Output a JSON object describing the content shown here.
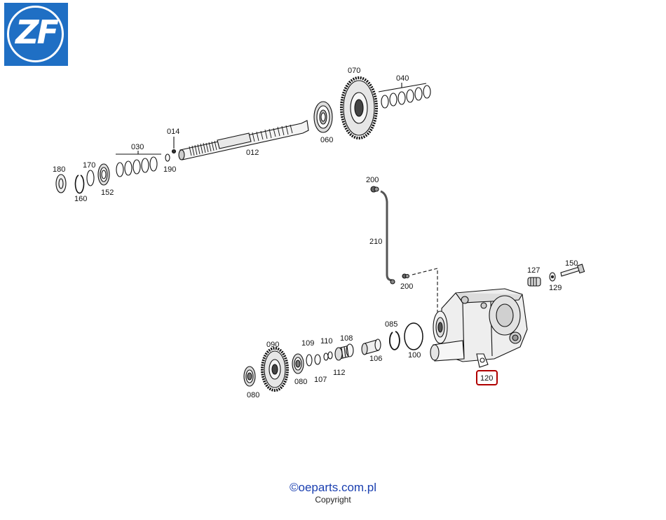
{
  "logo": {
    "text": "ZF",
    "brand_color": "#1f6fc4"
  },
  "labels": {
    "p180": "180",
    "p160": "160",
    "p170": "170",
    "p152": "152",
    "p030": "030",
    "p190": "190",
    "p014": "014",
    "p012": "012",
    "p060": "060",
    "p070": "070",
    "p040": "040",
    "p200a": "200",
    "p210": "210",
    "p200b": "200",
    "p127": "127",
    "p150": "150",
    "p129": "129",
    "p085": "085",
    "p100": "100",
    "p106": "106",
    "p108": "108",
    "p110": "110",
    "p109": "109",
    "p107": "107",
    "p112": "112",
    "p090": "090",
    "p080a": "080",
    "p080b": "080",
    "p120": "120"
  },
  "highlight": {
    "part": "120",
    "color": "#b00000"
  },
  "footer": {
    "copyright_symbol": "©",
    "site": "oeparts.com.pl",
    "copyright": "Copyright"
  }
}
